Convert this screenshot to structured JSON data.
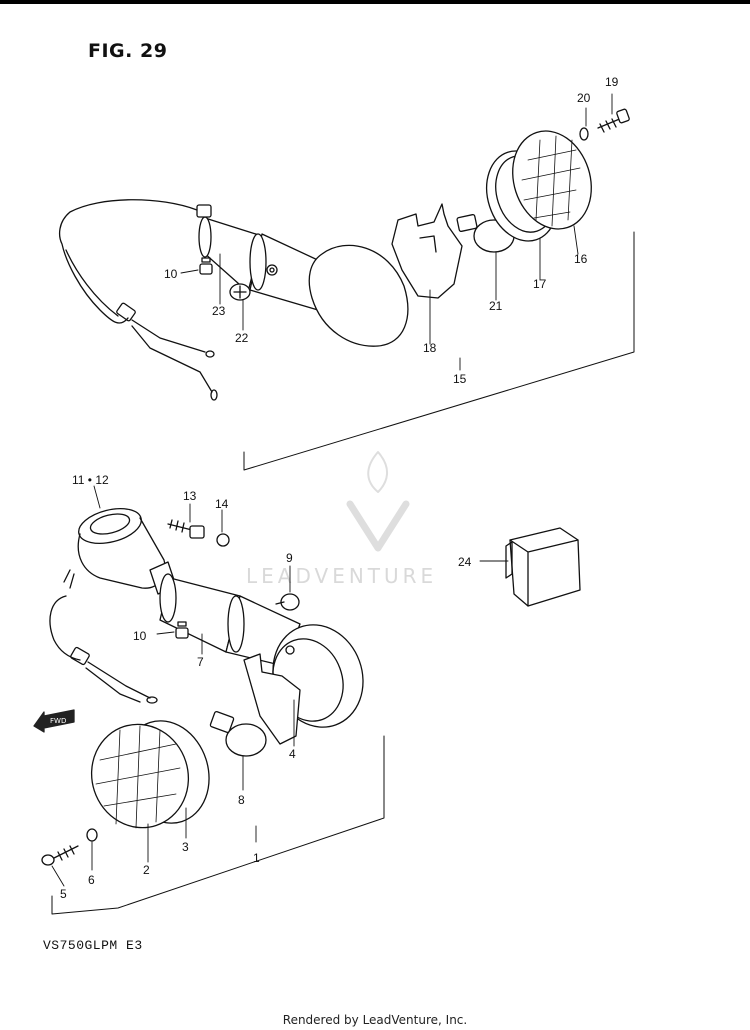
{
  "figure_title": "FIG. 29",
  "model_code": "VS750GLPM E3",
  "footer_credit": "Rendered by LeadVenture, Inc.",
  "watermark_text": "LEADVENTURE",
  "fwd_label": "FWD",
  "callouts": [
    {
      "id": "c19",
      "text": "19"
    },
    {
      "id": "c20",
      "text": "20"
    },
    {
      "id": "c16",
      "text": "16"
    },
    {
      "id": "c17",
      "text": "17"
    },
    {
      "id": "c21",
      "text": "21"
    },
    {
      "id": "c18",
      "text": "18"
    },
    {
      "id": "c15",
      "text": "15"
    },
    {
      "id": "c10a",
      "text": "10"
    },
    {
      "id": "c23",
      "text": "23"
    },
    {
      "id": "c22",
      "text": "22"
    },
    {
      "id": "c1112",
      "text": "11 • 12"
    },
    {
      "id": "c13",
      "text": "13"
    },
    {
      "id": "c14",
      "text": "14"
    },
    {
      "id": "c9",
      "text": "9"
    },
    {
      "id": "c24",
      "text": "24"
    },
    {
      "id": "c10b",
      "text": "10"
    },
    {
      "id": "c7",
      "text": "7"
    },
    {
      "id": "c4",
      "text": "4"
    },
    {
      "id": "c8",
      "text": "8"
    },
    {
      "id": "c3",
      "text": "3"
    },
    {
      "id": "c2",
      "text": "2"
    },
    {
      "id": "c1",
      "text": "1"
    },
    {
      "id": "c5",
      "text": "5"
    },
    {
      "id": "c6",
      "text": "6"
    }
  ]
}
